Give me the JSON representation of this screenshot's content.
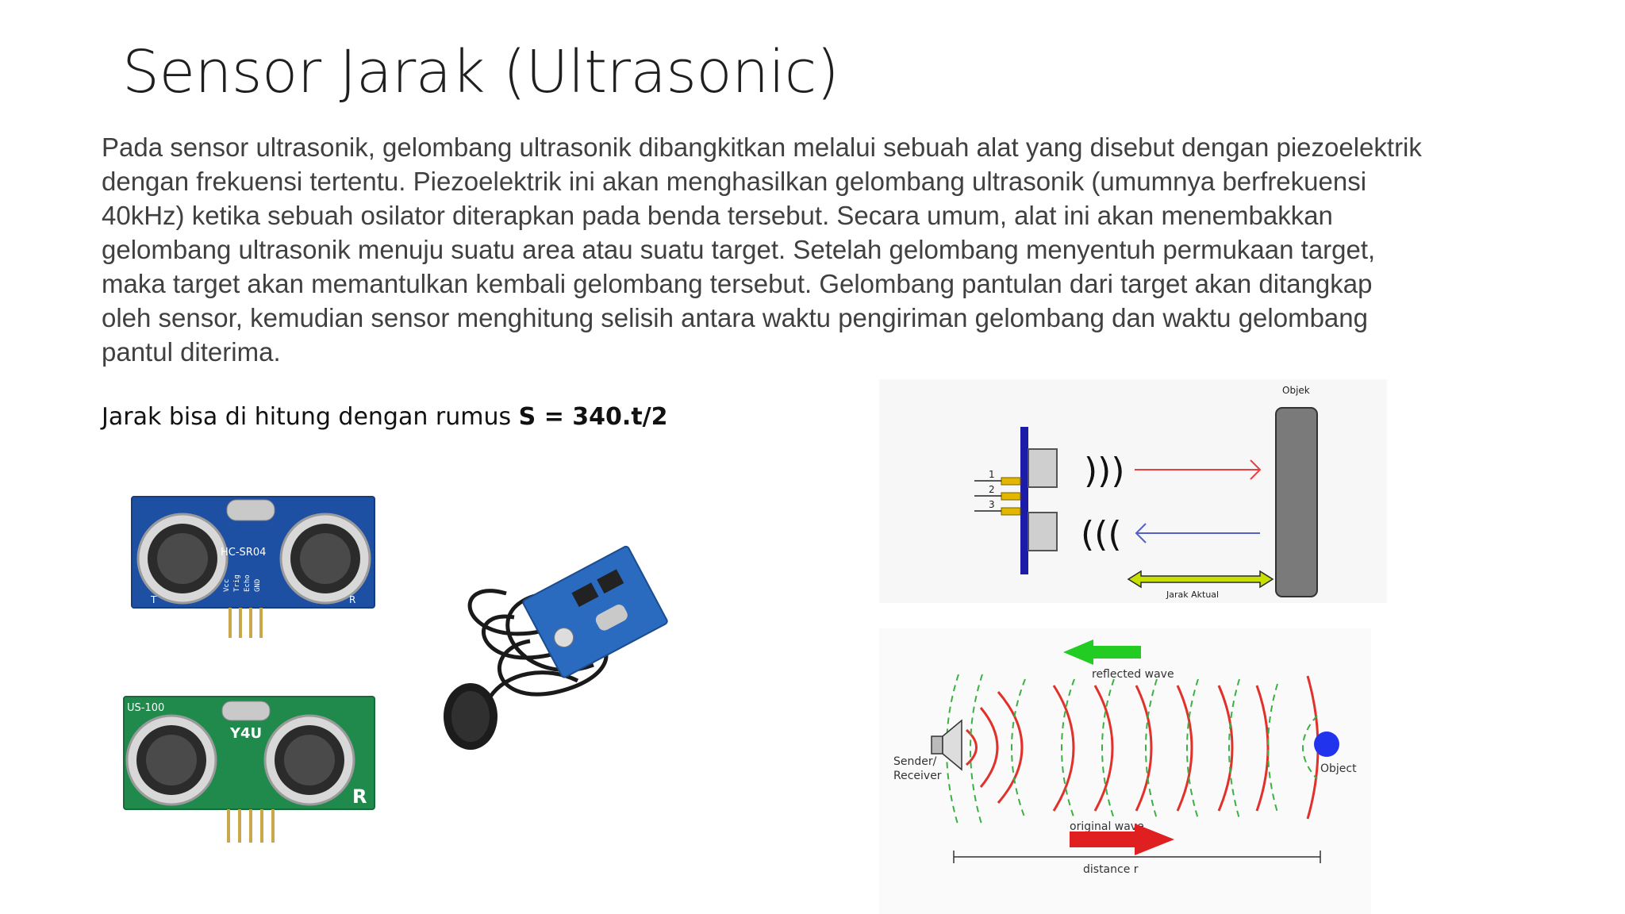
{
  "slide": {
    "title": "Sensor Jarak (Ultrasonic)",
    "body_lines": [
      "Pada sensor ultrasonik, gelombang ultrasonik dibangkitkan melalui sebuah alat yang disebut dengan piezoelektrik",
      "dengan frekuensi tertentu. Piezoelektrik ini akan menghasilkan gelombang ultrasonik (umumnya berfrekuensi",
      "40kHz) ketika sebuah osilator diterapkan pada benda tersebut. Secara umum, alat ini akan menembakkan",
      "gelombang ultrasonik menuju suatu area atau suatu target. Setelah gelombang menyentuh permukaan target,",
      "maka target akan memantulkan kembali gelombang tersebut. Gelombang pantulan dari target akan ditangkap",
      "oleh sensor, kemudian sensor menghitung selisih antara waktu pengiriman gelombang dan waktu gelombang",
      "pantul diterima."
    ],
    "formula_prefix": "Jarak bisa di hitung dengan rumus ",
    "formula_bold": "S = 340.t/2"
  },
  "photos": {
    "hcsr04_label": "HC-SR04",
    "hcsr04_pins": [
      "Vcc",
      "Trig",
      "Echo",
      "GND"
    ],
    "hcsr04_t": "T",
    "hcsr04_r": "R",
    "us100_label": "US-100",
    "us100_y": "Y4U",
    "us100_r": "R"
  },
  "diagram_top": {
    "object_label": "Objek",
    "distance_label": "Jarak Aktual",
    "pins": [
      "1",
      "2",
      "3"
    ],
    "waves_out": ")))",
    "waves_in": "((("
  },
  "diagram_bottom": {
    "reflected_label": "reflected wave",
    "sender_label_1": "Sender/",
    "sender_label_2": "Receiver",
    "object_label": "Object",
    "original_label": "original wave",
    "distance_label": "distance r"
  },
  "colors": {
    "board_blue": "#1d4fa3",
    "board_green": "#1f8a4c",
    "module_blue": "#2a6bbf",
    "wave_red": "#e0312b",
    "wave_green": "#3cb043",
    "object_blue": "#2233ee",
    "arrow_red": "#e84040",
    "arrow_blue": "#5560c8",
    "arrow_yellow": "#c8e000"
  }
}
